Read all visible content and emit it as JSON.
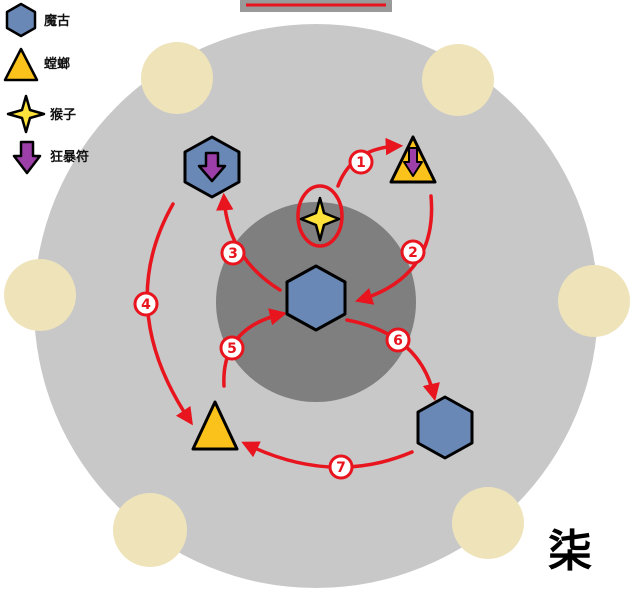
{
  "legend": {
    "items": [
      {
        "icon": "hexagon-icon",
        "label": "魔古"
      },
      {
        "icon": "triangle-icon",
        "label": "螳螂"
      },
      {
        "icon": "star-icon",
        "label": "猴子"
      },
      {
        "icon": "arrow-down-icon",
        "label": "狂暴符"
      }
    ]
  },
  "steps": [
    "1",
    "2",
    "3",
    "4",
    "5",
    "6",
    "7"
  ],
  "corner_label": "柒",
  "colors": {
    "outer_ring": "#c8c8c8",
    "inner_circle": "#7f7f7f",
    "pillar": "#efe3ba",
    "hexagon": "#6a88b6",
    "triangle": "#fcc21c",
    "arrow": "#9c3fa8",
    "path": "#e8141e",
    "top_bar": "#9a9a9a"
  }
}
